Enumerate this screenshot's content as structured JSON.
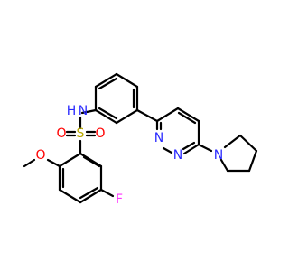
{
  "atoms": {
    "N_sulfonamide": {
      "text": "N",
      "color": "#2a2aff"
    },
    "H_sulfonamide": {
      "text": "H",
      "color": "#2a2aff"
    },
    "S": {
      "text": "S",
      "color": "#b8a800"
    },
    "O_left": {
      "text": "O",
      "color": "#ff0000"
    },
    "O_right": {
      "text": "O",
      "color": "#ff0000"
    },
    "O_methoxy": {
      "text": "O",
      "color": "#ff0000"
    },
    "F": {
      "text": "F",
      "color": "#ff33ff"
    },
    "N_pyridazine_1": {
      "text": "N",
      "color": "#2a2aff"
    },
    "N_pyridazine_2": {
      "text": "N",
      "color": "#2a2aff"
    },
    "N_pyrrolidine": {
      "text": "N",
      "color": "#2a2aff"
    }
  }
}
